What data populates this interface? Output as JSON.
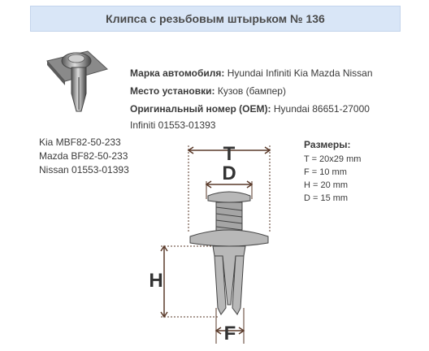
{
  "title": "Клипса с резьбовым штырьком № 136",
  "specs": {
    "make_label": "Марка автомобиля:",
    "make_value": "Hyundai Infiniti Kia Mazda Nissan",
    "place_label": "Место установки:",
    "place_value": "Кузов (бампер)",
    "oem_label": "Оригинальный номер (OEM):",
    "oem_value": "Hyundai 86651-27000",
    "oem_cont": "Infiniti 01553-01393"
  },
  "oem_list": [
    "Kia MBF82-50-233",
    "Mazda BF82-50-233",
    "Nissan 01553-01393"
  ],
  "dimensions": {
    "title": "Размеры:",
    "items": [
      "T = 20x29 mm",
      "F = 10 mm",
      "H = 20 mm",
      "D = 15 mm"
    ]
  },
  "drawing_labels": {
    "T": "T",
    "D": "D",
    "H": "H",
    "F": "F"
  },
  "colors": {
    "title_bg": "#d9e6f7",
    "dim_line": "#5a3a2a",
    "part_fill": "#b8b8b8"
  }
}
